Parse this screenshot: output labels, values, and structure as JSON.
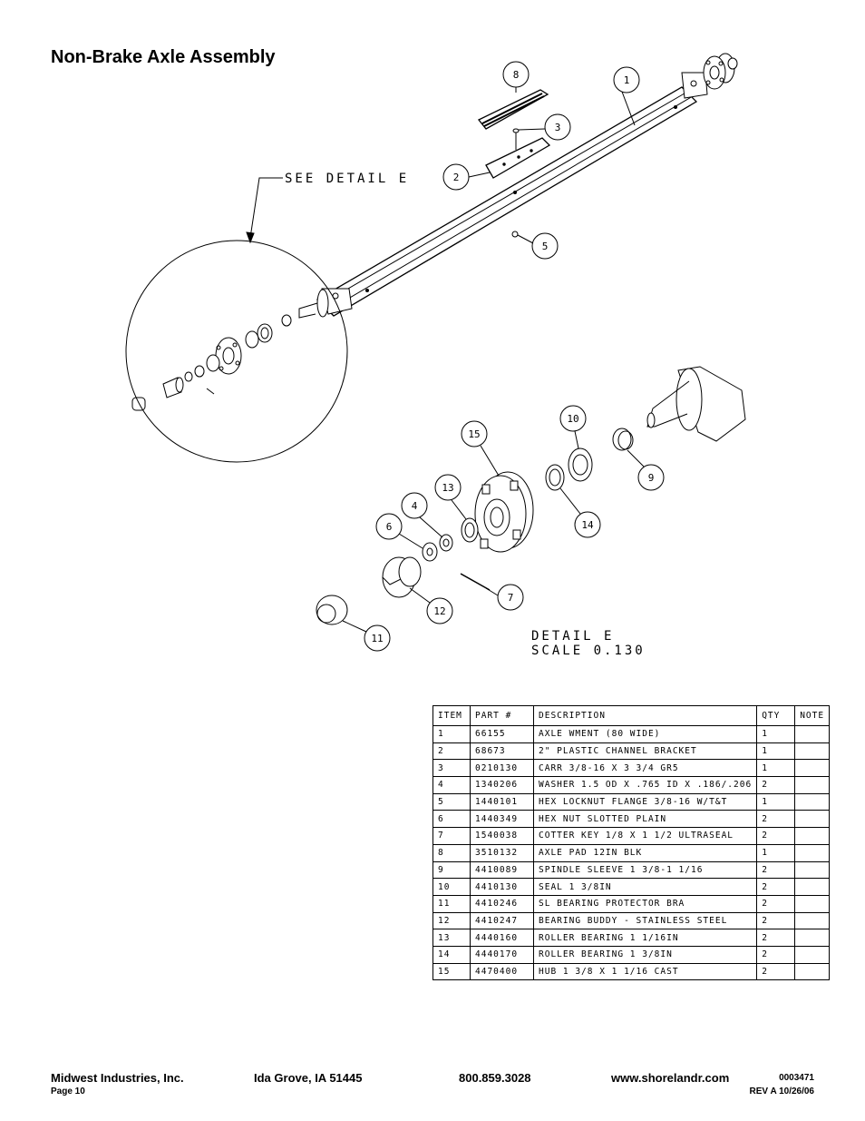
{
  "page": {
    "title": "Non-Brake Axle Assembly"
  },
  "drawing": {
    "see_detail": "SEE  DETAIL  E",
    "detail_title": "DETAIL  E",
    "detail_scale": "SCALE  0.130",
    "balloons": [
      "1",
      "2",
      "3",
      "4",
      "5",
      "6",
      "7",
      "8",
      "9",
      "10",
      "11",
      "12",
      "13",
      "14",
      "15"
    ]
  },
  "parts_table": {
    "headers": [
      "ITEM",
      "PART #",
      "DESCRIPTION",
      "QTY",
      "NOTE"
    ],
    "rows": [
      {
        "item": "1",
        "part": "66155",
        "desc": "AXLE WMENT (80 WIDE)",
        "qty": "1",
        "note": ""
      },
      {
        "item": "2",
        "part": "68673",
        "desc": "2\" PLASTIC CHANNEL BRACKET",
        "qty": "1",
        "note": ""
      },
      {
        "item": "3",
        "part": "0210130",
        "desc": "CARR 3/8-16 X 3 3/4 GR5",
        "qty": "1",
        "note": ""
      },
      {
        "item": "4",
        "part": "1340206",
        "desc": "WASHER 1.5 OD X .765 ID X .186/.206",
        "qty": "2",
        "note": ""
      },
      {
        "item": "5",
        "part": "1440101",
        "desc": "HEX LOCKNUT FLANGE 3/8-16 W/T&T",
        "qty": "1",
        "note": ""
      },
      {
        "item": "6",
        "part": "1440349",
        "desc": "HEX NUT SLOTTED PLAIN",
        "qty": "2",
        "note": ""
      },
      {
        "item": "7",
        "part": "1540038",
        "desc": "COTTER KEY 1/8 X 1 1/2 ULTRASEAL",
        "qty": "2",
        "note": ""
      },
      {
        "item": "8",
        "part": "3510132",
        "desc": "AXLE PAD 12IN  BLK",
        "qty": "1",
        "note": ""
      },
      {
        "item": "9",
        "part": "4410089",
        "desc": "SPINDLE SLEEVE  1 3/8-1 1/16",
        "qty": "2",
        "note": ""
      },
      {
        "item": "10",
        "part": "4410130",
        "desc": "SEAL  1 3/8IN",
        "qty": "2",
        "note": ""
      },
      {
        "item": "11",
        "part": "4410246",
        "desc": "SL BEARING PROTECTOR BRA",
        "qty": "2",
        "note": ""
      },
      {
        "item": "12",
        "part": "4410247",
        "desc": "BEARING BUDDY - STAINLESS STEEL",
        "qty": "2",
        "note": ""
      },
      {
        "item": "13",
        "part": "4440160",
        "desc": "ROLLER BEARING   1 1/16IN",
        "qty": "2",
        "note": ""
      },
      {
        "item": "14",
        "part": "4440170",
        "desc": "ROLLER BEARING   1 3/8IN",
        "qty": "2",
        "note": ""
      },
      {
        "item": "15",
        "part": "4470400",
        "desc": "HUB   1 3/8 X 1 1/16 CAST",
        "qty": "2",
        "note": ""
      }
    ]
  },
  "footer": {
    "company": "Midwest Industries, Inc.",
    "location": "Ida Grove, IA  51445",
    "phone": "800.859.3028",
    "website": "www.shorelandr.com",
    "doc_number": "0003471",
    "page": "Page 10",
    "revision": "REV A  10/26/06"
  }
}
